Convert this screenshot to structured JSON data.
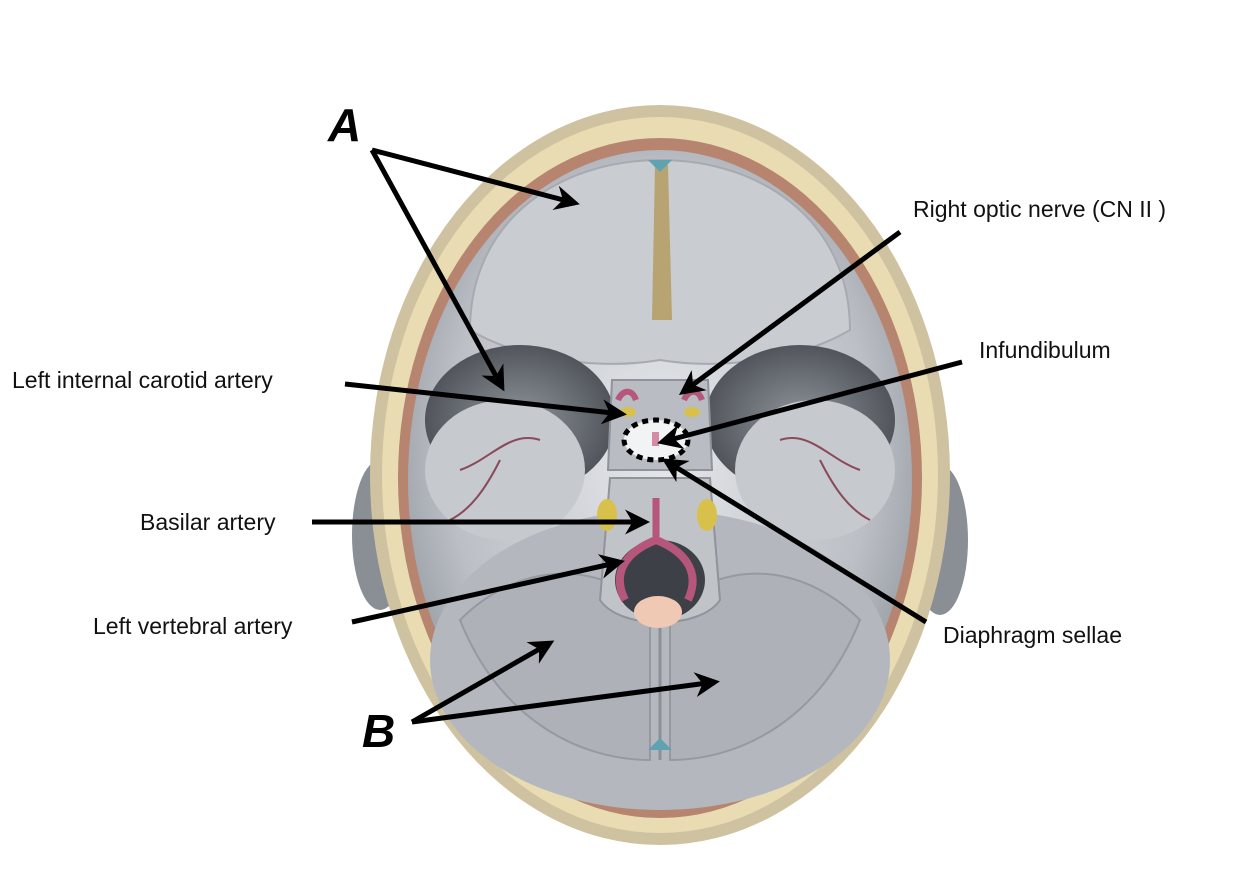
{
  "labels": {
    "group_a": "A",
    "group_b": "B",
    "right_optic_nerve": "Right optic nerve (CN II )",
    "infundibulum": "Infundibulum",
    "left_internal_carotid": "Left internal carotid artery",
    "basilar_artery": "Basilar artery",
    "left_vertebral_artery": "Left vertebral artery",
    "diaphragm_sellae": "Diaphragm sellae"
  },
  "colors": {
    "arrow": "#000000",
    "dura": "#c9cdd3",
    "skull": "#e8d7a8",
    "artery": "#b5567a",
    "nerve": "#d8c14a"
  }
}
